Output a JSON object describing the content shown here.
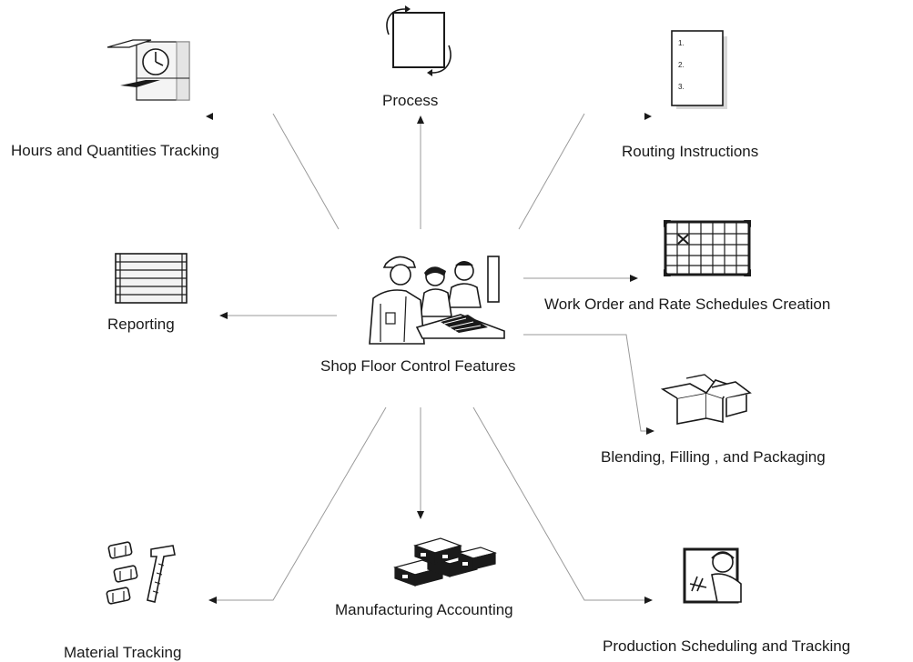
{
  "diagram": {
    "center": {
      "label": "Shop Floor Control Features",
      "icon": "shop-floor-workers-icon"
    },
    "features": [
      {
        "id": "process",
        "label": "Process",
        "icon": "process-cycle-icon"
      },
      {
        "id": "hours",
        "label": "Hours and Quantities Tracking",
        "icon": "time-clock-icon"
      },
      {
        "id": "routing",
        "label": "Routing Instructions",
        "icon": "numbered-document-icon"
      },
      {
        "id": "work-order",
        "label": "Work Order and Rate Schedules Creation",
        "icon": "schedule-grid-icon"
      },
      {
        "id": "reporting",
        "label": "Reporting",
        "icon": "report-stack-icon"
      },
      {
        "id": "blending",
        "label": "Blending, Filling , and Packaging",
        "icon": "open-boxes-icon"
      },
      {
        "id": "material",
        "label": "Material Tracking",
        "icon": "bolts-and-nuts-icon"
      },
      {
        "id": "accounting",
        "label": "Manufacturing Accounting",
        "icon": "money-stacks-icon"
      },
      {
        "id": "production",
        "label": "Production Scheduling and Tracking",
        "icon": "worker-picture-icon"
      }
    ],
    "colors": {
      "line": "#9a9a9a",
      "arrow": "#1a1a1a",
      "icon_stroke": "#1a1a1a"
    }
  }
}
